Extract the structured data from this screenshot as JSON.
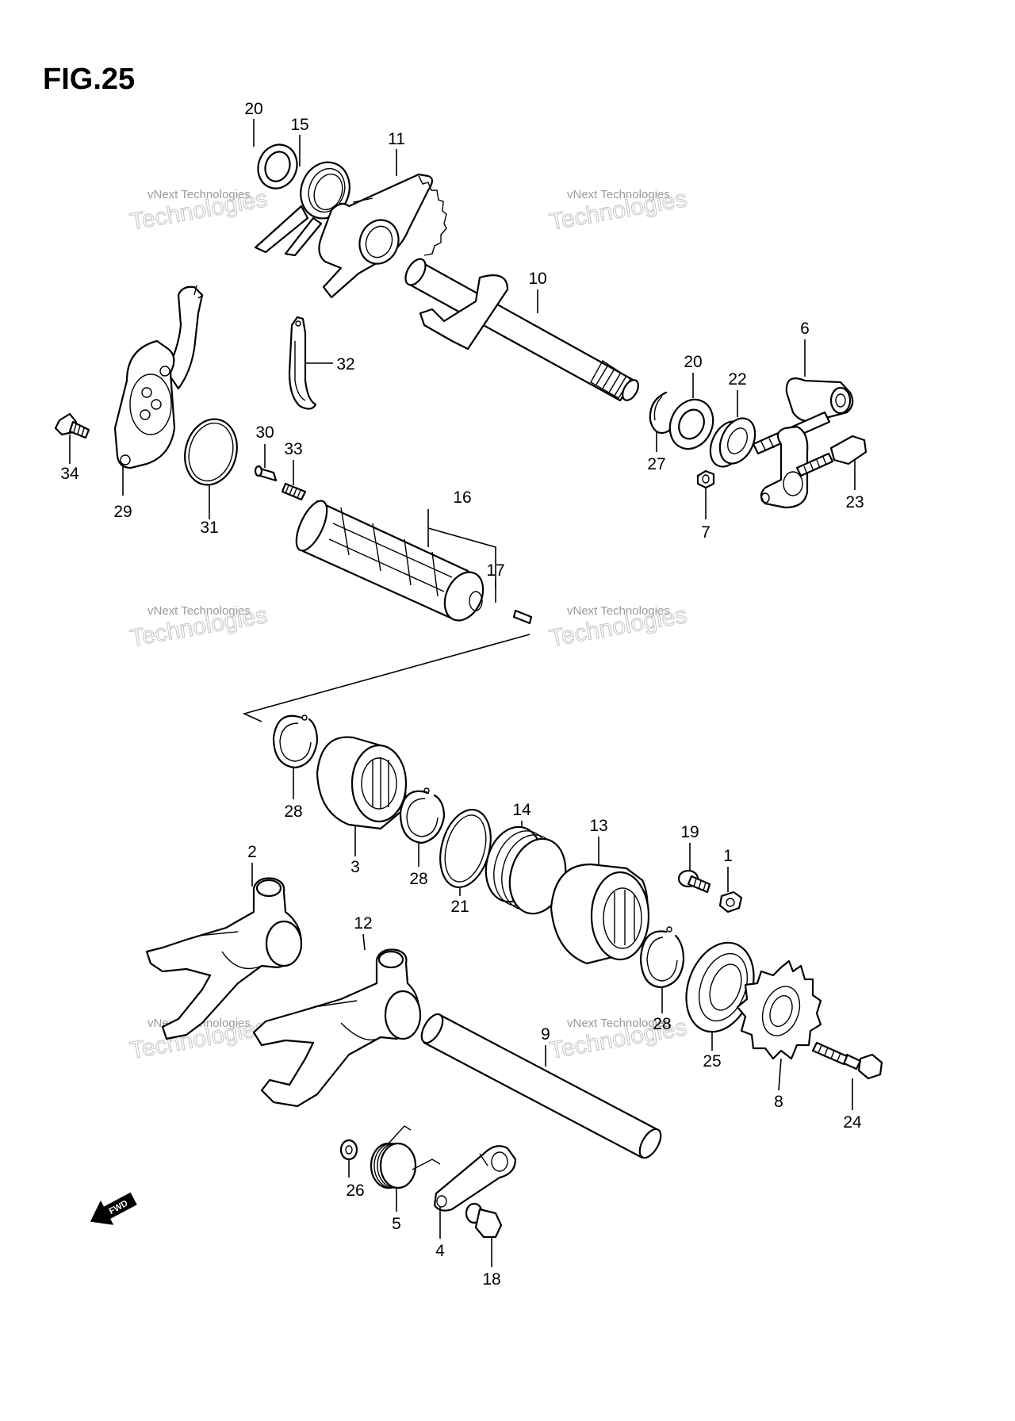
{
  "figure": {
    "title": "FIG.25"
  },
  "watermark": {
    "line1": "vNext Technologies",
    "line2": "Technologies"
  },
  "fwd_arrow": {
    "label": "FWD"
  },
  "callouts": [
    {
      "id": "c20a",
      "label": "20"
    },
    {
      "id": "c15",
      "label": "15"
    },
    {
      "id": "c11",
      "label": "11"
    },
    {
      "id": "c10",
      "label": "10"
    },
    {
      "id": "c32",
      "label": "32"
    },
    {
      "id": "c6",
      "label": "6"
    },
    {
      "id": "c20b",
      "label": "20"
    },
    {
      "id": "c22",
      "label": "22"
    },
    {
      "id": "c27",
      "label": "27"
    },
    {
      "id": "c34",
      "label": "34"
    },
    {
      "id": "c29",
      "label": "29"
    },
    {
      "id": "c31",
      "label": "31"
    },
    {
      "id": "c30",
      "label": "30"
    },
    {
      "id": "c33",
      "label": "33"
    },
    {
      "id": "c7",
      "label": "7"
    },
    {
      "id": "c23",
      "label": "23"
    },
    {
      "id": "c16",
      "label": "16"
    },
    {
      "id": "c17",
      "label": "17"
    },
    {
      "id": "c28a",
      "label": "28"
    },
    {
      "id": "c3",
      "label": "3"
    },
    {
      "id": "c28b",
      "label": "28"
    },
    {
      "id": "c14",
      "label": "14"
    },
    {
      "id": "c21",
      "label": "21"
    },
    {
      "id": "c13",
      "label": "13"
    },
    {
      "id": "c19",
      "label": "19"
    },
    {
      "id": "c1",
      "label": "1"
    },
    {
      "id": "c2",
      "label": "2"
    },
    {
      "id": "c12",
      "label": "12"
    },
    {
      "id": "c9",
      "label": "9"
    },
    {
      "id": "c28c",
      "label": "28"
    },
    {
      "id": "c25",
      "label": "25"
    },
    {
      "id": "c8",
      "label": "8"
    },
    {
      "id": "c24",
      "label": "24"
    },
    {
      "id": "c26",
      "label": "26"
    },
    {
      "id": "c5",
      "label": "5"
    },
    {
      "id": "c4",
      "label": "4"
    },
    {
      "id": "c18",
      "label": "18"
    }
  ]
}
